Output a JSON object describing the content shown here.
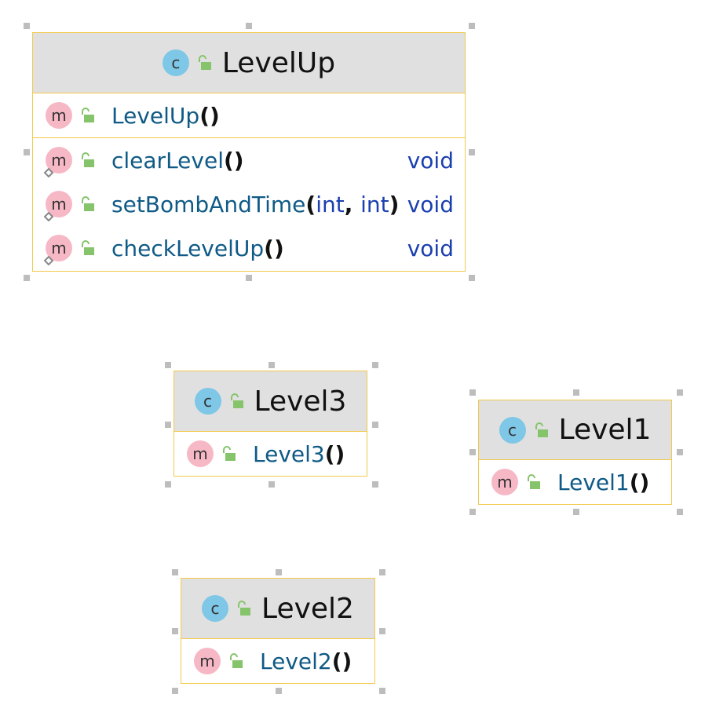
{
  "classes": {
    "levelup": {
      "name": "LevelUp",
      "constructor": "LevelUp",
      "methods": [
        {
          "name": "clearLevel",
          "params": [],
          "return": "void"
        },
        {
          "name": "setBombAndTime",
          "params": [
            "int",
            "int"
          ],
          "return": "void"
        },
        {
          "name": "checkLevelUp",
          "params": [],
          "return": "void"
        }
      ]
    },
    "level3": {
      "name": "Level3",
      "constructor": "Level3"
    },
    "level1": {
      "name": "Level1",
      "constructor": "Level1"
    },
    "level2": {
      "name": "Level2",
      "constructor": "Level2"
    }
  },
  "badges": {
    "class_letter": "c",
    "method_letter": "m"
  },
  "punct": {
    "parens": "()",
    "open": "(",
    "close": ")",
    "comma": ", "
  },
  "colors": {
    "border": "#f2c94c",
    "header": "#e0e0e0",
    "class_badge": "#7ec7e6",
    "method_badge": "#f7b8c6",
    "lock": "#86c46b"
  }
}
